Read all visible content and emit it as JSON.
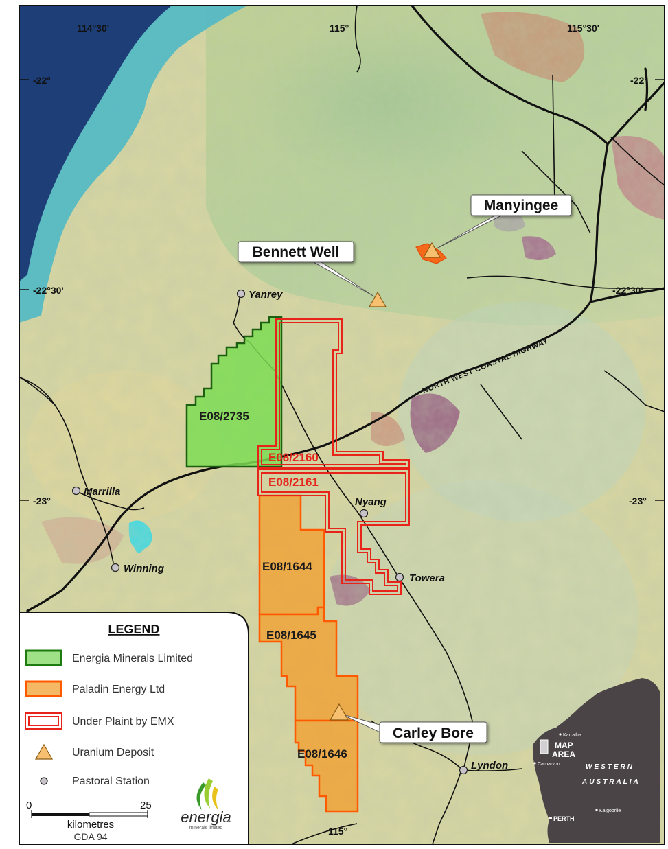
{
  "colors": {
    "ocean": "#1e3e78",
    "reef": "#56b9c4",
    "land": "#d9d7a0",
    "energia_fill": "#7ddc55",
    "energia_stroke": "#1d5f12",
    "paladin_fill": "#f0a33a",
    "paladin_stroke": "#ff5a00",
    "plaint_stroke": "#e8231a",
    "road": "#111111",
    "inset_land": "#4b4446"
  },
  "coordinates": {
    "top": [
      "114°30'",
      "115°",
      "115°30'"
    ],
    "bottom": [
      "115°"
    ],
    "left": [
      "-22°",
      "-22°30'",
      "-23°"
    ],
    "right": [
      "-22°",
      "-22°30'",
      "-23°"
    ]
  },
  "highway_label": "NORTH WEST COASTAL HIGHWAY",
  "places": [
    {
      "name": "Yanrey",
      "type": "pastoral-station"
    },
    {
      "name": "Marrilla",
      "type": "pastoral-station"
    },
    {
      "name": "Winning",
      "type": "pastoral-station"
    },
    {
      "name": "Nyang",
      "type": "pastoral-station"
    },
    {
      "name": "Towera",
      "type": "pastoral-station"
    },
    {
      "name": "Lyndon",
      "type": "pastoral-station"
    }
  ],
  "deposits": [
    {
      "name": "Manyingee"
    },
    {
      "name": "Bennett Well"
    },
    {
      "name": "Carley Bore"
    }
  ],
  "tenements": {
    "energia": [
      "E08/2735"
    ],
    "plaint": [
      "E08/2160",
      "E08/2161"
    ],
    "paladin": [
      "E08/1644",
      "E08/1645",
      "E08/1646"
    ]
  },
  "legend": {
    "title": "LEGEND",
    "items": [
      {
        "label": "Energia Minerals Limited",
        "symbol": "green-box"
      },
      {
        "label": "Paladin Energy Ltd",
        "symbol": "orange-box"
      },
      {
        "label": "Under Plaint by EMX",
        "symbol": "red-double-box"
      },
      {
        "label": "Uranium Deposit",
        "symbol": "triangle"
      },
      {
        "label": "Pastoral Station",
        "symbol": "dot"
      }
    ]
  },
  "scale": {
    "start": "0",
    "end": "25",
    "unit": "kilometres",
    "datum": "GDA 94"
  },
  "logo": {
    "text": "energia",
    "subtext": "minerals limited"
  },
  "inset": {
    "map_area": [
      "MAP",
      "AREA"
    ],
    "state": [
      "WESTERN",
      "AUSTRALIA"
    ],
    "towns": [
      "Karratha",
      "Carnarvon",
      "Kalgoorlie",
      "PERTH"
    ]
  }
}
